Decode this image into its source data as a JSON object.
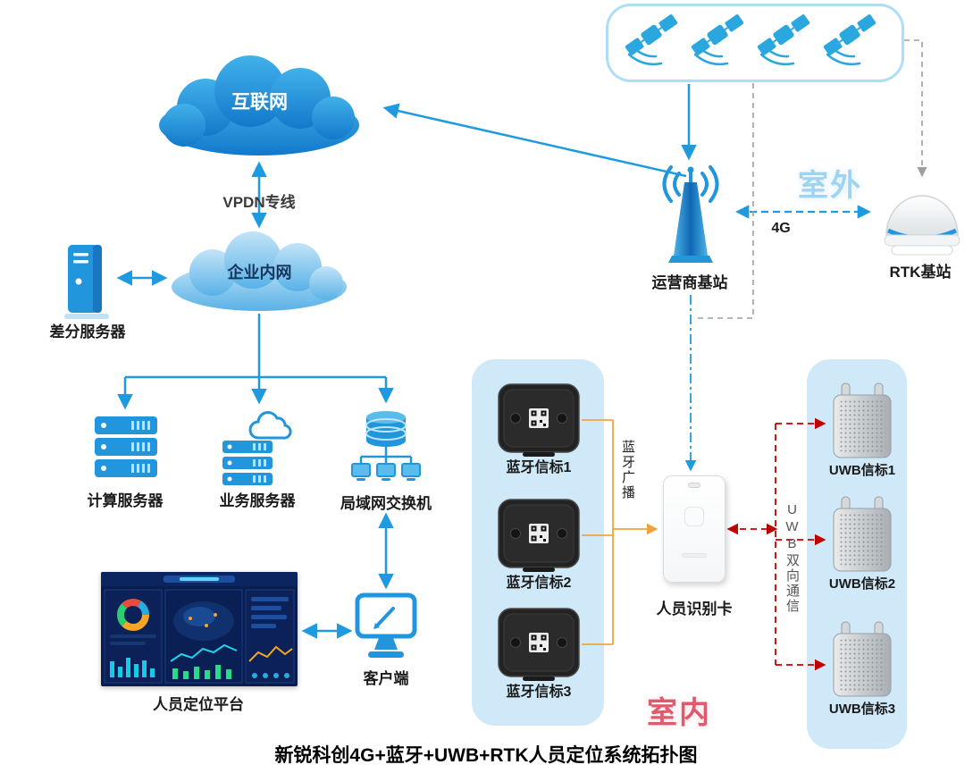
{
  "title": "新锐科创4G+蓝牙+UWB+RTK人员定位系统拓扑图",
  "labels": {
    "internet": "互联网",
    "vpdn": "VPDN专线",
    "intranet": "企业内网",
    "diff_server": "差分服务器",
    "compute_server": "计算服务器",
    "business_server": "业务服务器",
    "lan_switch": "局域网交换机",
    "platform": "人员定位平台",
    "client": "客户端",
    "operator_station": "运营商基站",
    "outdoor": "室外",
    "rtk_station": "RTK基站",
    "link_4g": "4G",
    "bt_beacon1": "蓝牙信标1",
    "bt_beacon2": "蓝牙信标2",
    "bt_beacon3": "蓝牙信标3",
    "bt_broadcast": "蓝牙广播",
    "person_card": "人员识别卡",
    "indoor": "室内",
    "uwb_beacon1": "UWB信标1",
    "uwb_beacon2": "UWB信标2",
    "uwb_beacon3": "UWB信标3",
    "uwb_comm": "UWB双向通信"
  },
  "colors": {
    "primary_blue": "#1e9be0",
    "cloud_dark_blue": "#1a86d6",
    "cloud_light_blue": "#8ecdf0",
    "panel_blue": "#cfe9f8",
    "outdoor_text": "#9fd3f2",
    "indoor_text": "#e05a6e",
    "orange_link": "#f0a23c",
    "red_link": "#c00000",
    "gray_link": "#9aa0a4"
  }
}
